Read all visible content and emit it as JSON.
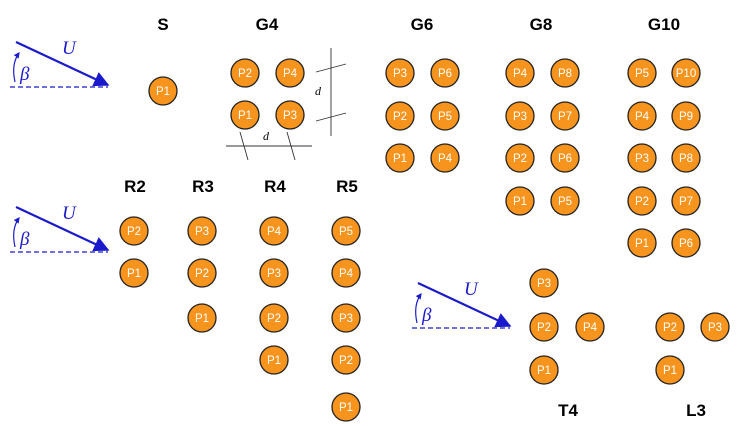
{
  "flow_symbols": {
    "velocity": "U",
    "angle": "β"
  },
  "dimension_symbol": "d",
  "colors": {
    "particle_fill": "#f7941d",
    "particle_stroke": "#222222",
    "arrow": "#1a1acc"
  },
  "configurations": [
    {
      "id": "S",
      "label": "S",
      "particles": [
        "P1"
      ]
    },
    {
      "id": "G4",
      "label": "G4",
      "particles": [
        "P2",
        "P4",
        "P1",
        "P3"
      ]
    },
    {
      "id": "G6",
      "label": "G6",
      "particles": [
        "P3",
        "P6",
        "P2",
        "P5",
        "P1",
        "P4"
      ]
    },
    {
      "id": "G8",
      "label": "G8",
      "particles": [
        "P4",
        "P8",
        "P3",
        "P7",
        "P2",
        "P6",
        "P1",
        "P5"
      ]
    },
    {
      "id": "G10",
      "label": "G10",
      "particles": [
        "P5",
        "P10",
        "P4",
        "P9",
        "P3",
        "P8",
        "P2",
        "P7",
        "P1",
        "P6"
      ]
    },
    {
      "id": "R2",
      "label": "R2",
      "particles": [
        "P2",
        "P1"
      ]
    },
    {
      "id": "R3",
      "label": "R3",
      "particles": [
        "P3",
        "P2",
        "P1"
      ]
    },
    {
      "id": "R4",
      "label": "R4",
      "particles": [
        "P4",
        "P3",
        "P2",
        "P1"
      ]
    },
    {
      "id": "R5",
      "label": "R5",
      "particles": [
        "P5",
        "P4",
        "P3",
        "P2",
        "P1"
      ]
    },
    {
      "id": "T4",
      "label": "T4",
      "particles": [
        "P3",
        "P2",
        "P4",
        "P1"
      ]
    },
    {
      "id": "L3",
      "label": "L3",
      "particles": [
        "P2",
        "P3",
        "P1"
      ]
    }
  ]
}
